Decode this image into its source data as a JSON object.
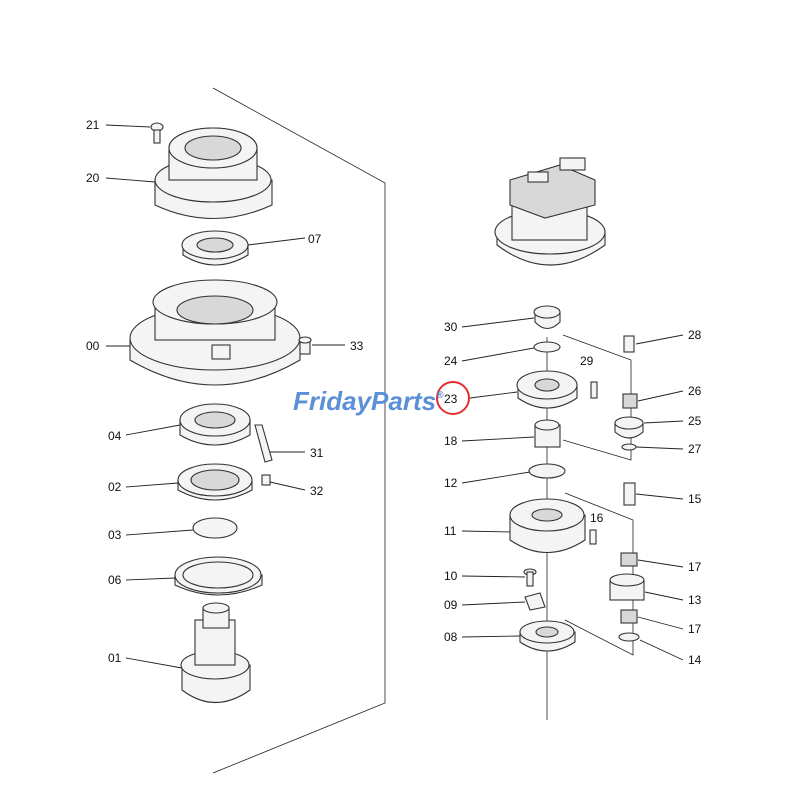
{
  "watermark": {
    "part1": "Friday",
    "part2": "Parts",
    "registered": "®",
    "color_blue": "#5b8fd6",
    "color_orange": "#f08a1c"
  },
  "highlight": {
    "color": "#e23030",
    "target": "23"
  },
  "labels": {
    "l21": "21",
    "l20": "20",
    "l07": "07",
    "l00": "00",
    "l33": "33",
    "l04": "04",
    "l31": "31",
    "l02": "02",
    "l32": "32",
    "l03": "03",
    "l06": "06",
    "l01": "01",
    "l30": "30",
    "l28": "28",
    "l24": "24",
    "l29": "29",
    "l26": "26",
    "l23": "23",
    "l25": "25",
    "l18": "18",
    "l27": "27",
    "l12": "12",
    "l15": "15",
    "l11": "11",
    "l16": "16",
    "l10": "10",
    "l17a": "17",
    "l13": "13",
    "l09": "09",
    "l17b": "17",
    "l08": "08",
    "l14": "14"
  }
}
